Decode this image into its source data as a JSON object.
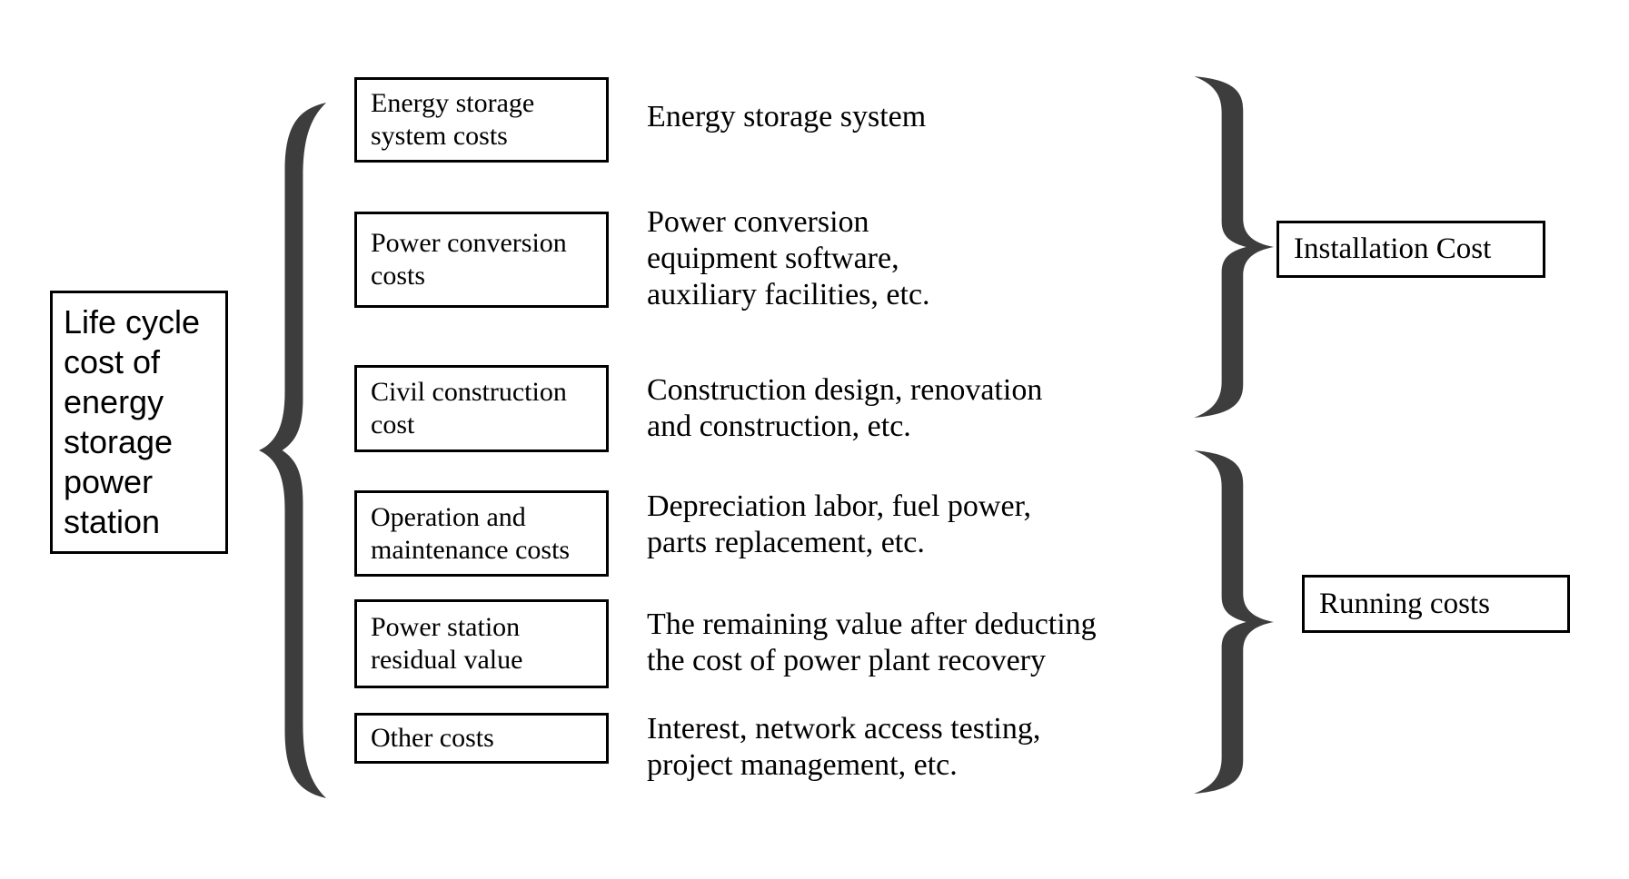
{
  "diagram": {
    "title": "Life cycle cost of energy storage power station",
    "root_label": "Life cycle\ncost of\nenergy\nstorage\npower\nstation",
    "items": [
      {
        "box": "Energy storage\nsystem costs",
        "desc": "Energy storage system"
      },
      {
        "box": "Power conversion\ncosts",
        "desc": "Power conversion\nequipment software,\nauxiliary facilities, etc."
      },
      {
        "box": "Civil construction\ncost",
        "desc": "Construction design, renovation\nand construction, etc."
      },
      {
        "box": "Operation and\nmaintenance costs",
        "desc": "Depreciation labor, fuel power,\nparts replacement, etc."
      },
      {
        "box": "Power station\nresidual value",
        "desc": "The remaining value after deducting\nthe cost of power plant recovery"
      },
      {
        "box": "Other costs",
        "desc": "Interest, network access testing,\nproject management, etc."
      }
    ],
    "groups": [
      {
        "label": "Installation Cost"
      },
      {
        "label": "Running costs"
      }
    ],
    "colors": {
      "brace": "#3d3d3d",
      "border": "#000000",
      "text": "#000000",
      "background": "#ffffff"
    }
  }
}
